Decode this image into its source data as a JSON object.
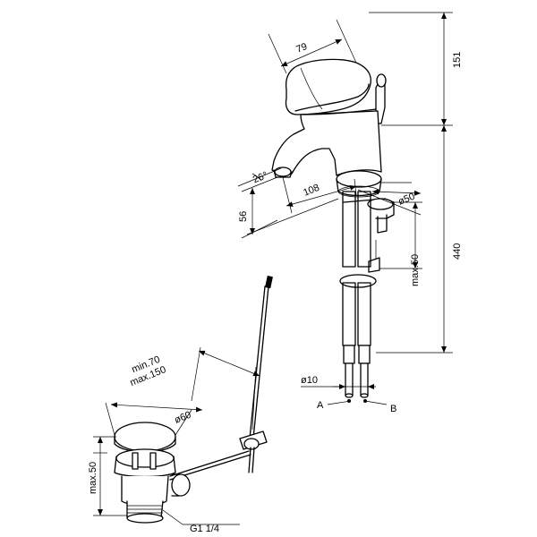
{
  "dimensions": {
    "handle_width": "79",
    "height_top": "151",
    "spout_angle": "26°",
    "reach": "108",
    "spout_height": "56",
    "base_diameter": "ø50",
    "counter_max": "max.50",
    "hose_length": "440",
    "drain_rod_min": "min.70",
    "drain_rod_max": "max.150",
    "drain_diameter": "ø60",
    "drain_max": "max.50",
    "drain_thread": "G1 1/4",
    "hose_diameter": "ø10",
    "hose_a": "A",
    "hose_b": "B"
  }
}
